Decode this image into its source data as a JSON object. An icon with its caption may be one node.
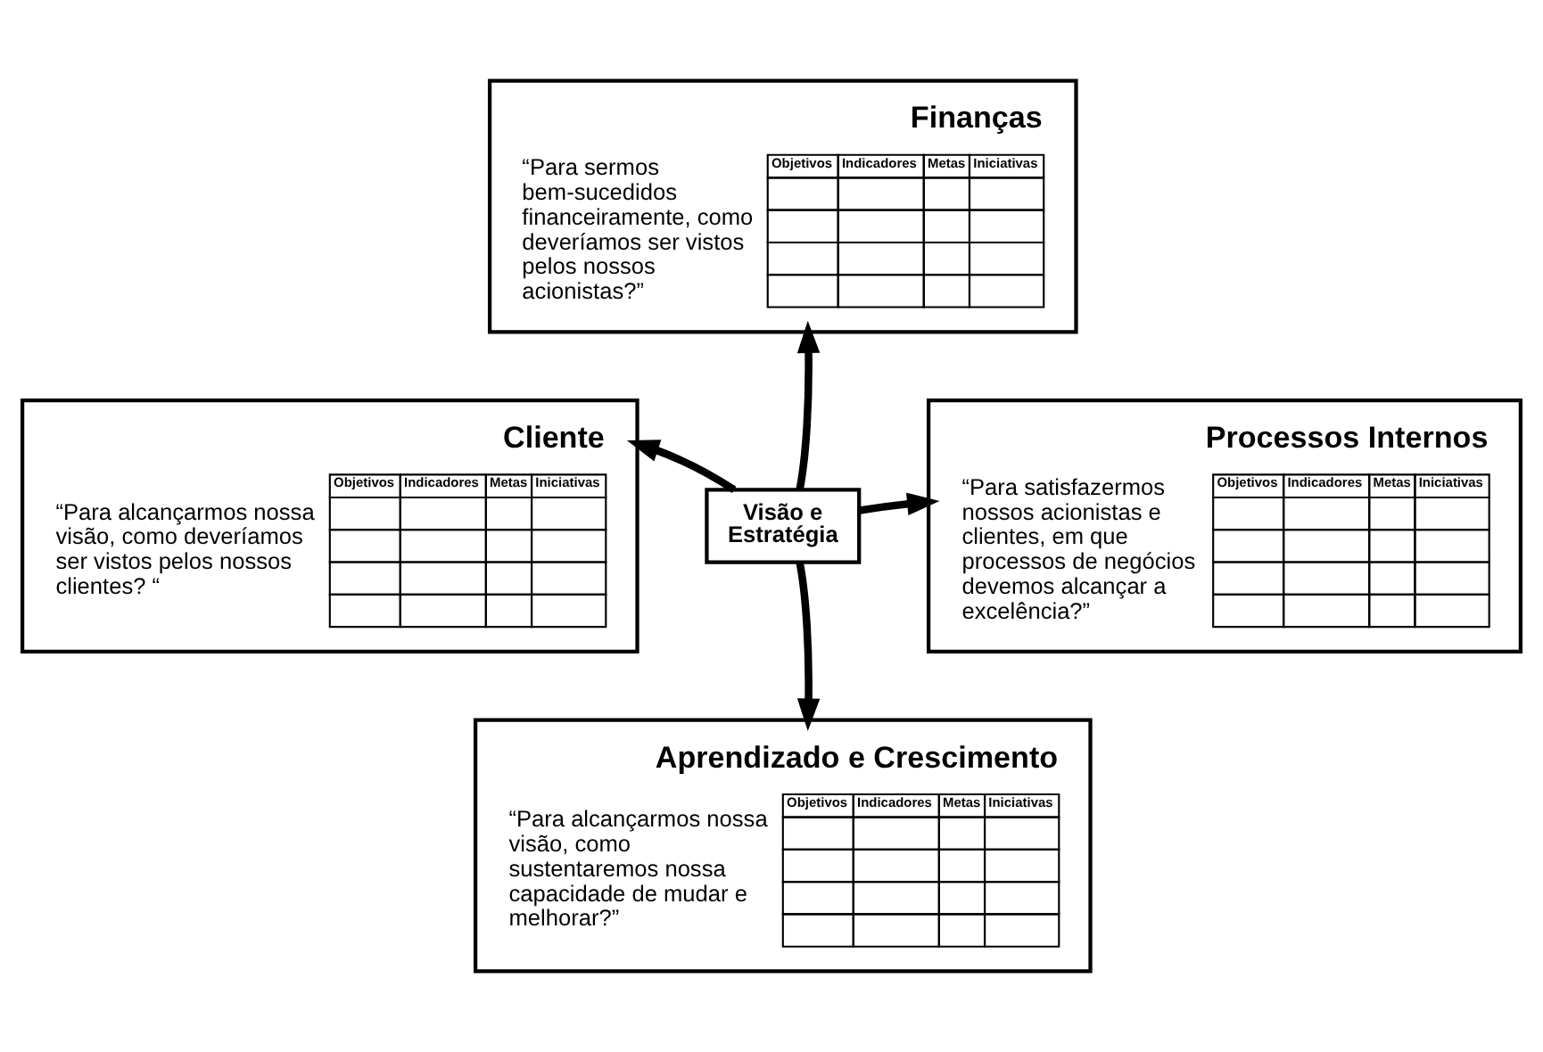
{
  "diagram": {
    "nodes": [
      {
        "text": [
          "Finanças",
          "“Para sermos bem-sucedidos financeiramente, como deveríamos ser vistos pelos nossos acionistas?”",
          "Objetivos",
          "Indicadores",
          "Metas",
          "Iniciativas"
        ]
      },
      {
        "text": [
          "Cliente",
          "“Para alcançarmos nossa visão, como deveríamos ser vistos pelos nossos clientes? “",
          "Objetivos",
          "Indicadores",
          "Metas",
          "Iniciativas"
        ]
      },
      {
        "text": [
          "Visão e Estratégia"
        ]
      },
      {
        "text": [
          "Processos Internos",
          "“Para satisfazermos nossos acionistas e clientes, em que processos de negócios devemos alcançar a excelência?”",
          "Objetivos",
          "Indicadores",
          "Metas",
          "Iniciativas"
        ]
      },
      {
        "text": [
          "Aprendizado e Crescimento",
          "“Para alcançarmos nossa visão, como sustentaremos nossa capacidade de mudar e melhorar?”",
          "Objetivos",
          "Indicadores",
          "Metas",
          "Iniciativas"
        ]
      }
    ],
    "edges": [
      {
        "from": 2,
        "to": 0,
        "arrow": "to"
      },
      {
        "from": 2,
        "to": 1,
        "arrow": "to"
      },
      {
        "from": 2,
        "to": 3,
        "arrow": "to"
      },
      {
        "from": 2,
        "to": 4,
        "arrow": "to"
      }
    ]
  }
}
